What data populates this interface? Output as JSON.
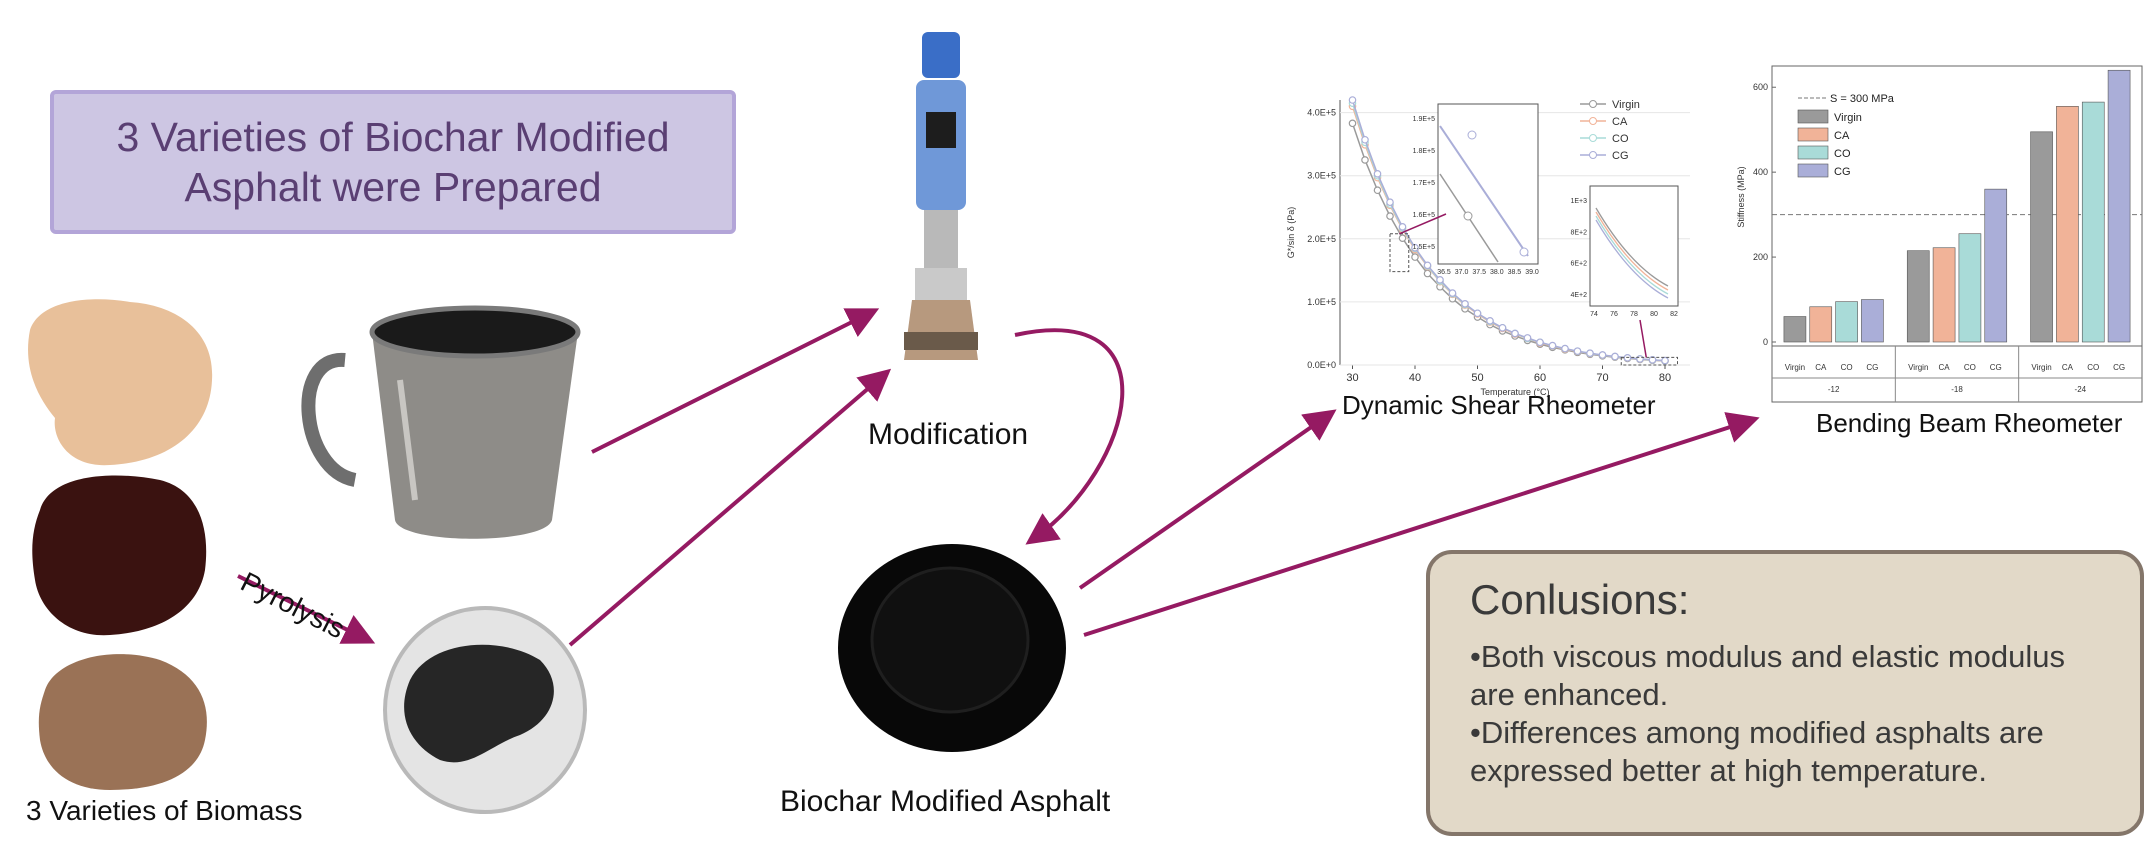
{
  "title": {
    "line1": "3 Varieties of Biochar Modified",
    "line2": "Asphalt were Prepared"
  },
  "labels": {
    "biomass": "3 Varieties of Biomass",
    "pyrolysis": "Pyrolysis",
    "modification": "Modification",
    "modified_asphalt": "Biochar Modified Asphalt",
    "dsr": "Dynamic Shear Rheometer",
    "bbr": "Bending Beam Rheometer"
  },
  "conclusions": {
    "heading": "Conlusions:",
    "items": [
      "•Both viscous modulus and elastic modulus are enhanced.",
      "•Differences among modified asphalts are expressed better at high temperature."
    ]
  },
  "colors": {
    "arrow": "#951a62",
    "virgin": "#9a9a9a",
    "ca": "#f1b398",
    "co": "#a9dbd8",
    "cg": "#aaaed8"
  },
  "chart_data": [
    {
      "type": "line",
      "xlabel": "Temperature (°C)",
      "ylabel": "G*/sin δ (Pa)",
      "xlim": [
        28,
        84
      ],
      "ylim": [
        0,
        420000
      ],
      "xticks": [
        "30",
        "40",
        "50",
        "60",
        "70",
        "80"
      ],
      "yticks": [
        "0.0E+0",
        "1.0E+5",
        "2.0E+5",
        "3.0E+5",
        "4.0E+5"
      ],
      "legend": [
        "Virgin",
        "CA",
        "CO",
        "CG"
      ],
      "x": [
        30,
        32,
        34,
        36,
        38,
        40,
        42,
        44,
        46,
        48,
        50,
        52,
        54,
        56,
        58,
        60,
        62,
        64,
        66,
        68,
        70,
        72,
        74,
        76,
        78,
        80
      ],
      "series": [
        {
          "name": "Virgin",
          "values": [
            383000,
            325000,
            277000,
            236000,
            201000,
            171000,
            145000,
            124000,
            105000,
            89000,
            76000,
            64000,
            54000,
            46000,
            39000,
            33000,
            28000,
            24000,
            20000,
            17000,
            14500,
            12300,
            10400,
            8800,
            7500,
            6400
          ]
        },
        {
          "name": "CA",
          "values": [
            410000,
            349000,
            297000,
            253000,
            215000,
            183000,
            156000,
            132000,
            112000,
            95000,
            81000,
            68000,
            58000,
            49000,
            42000,
            35000,
            30000,
            25000,
            21500,
            18200,
            15500,
            13100,
            11100,
            9400,
            8000,
            6800
          ]
        },
        {
          "name": "CO",
          "values": [
            415000,
            353000,
            300000,
            255000,
            217000,
            185000,
            157000,
            133000,
            113000,
            96000,
            82000,
            69000,
            59000,
            50000,
            42000,
            36000,
            30500,
            25800,
            21900,
            18500,
            15700,
            13300,
            11300,
            9600,
            8100,
            6900
          ]
        },
        {
          "name": "CG",
          "values": [
            420000,
            357000,
            303000,
            258000,
            219000,
            186000,
            158000,
            135000,
            114000,
            97000,
            82000,
            70000,
            59000,
            50000,
            43000,
            36000,
            30800,
            26000,
            22000,
            18700,
            15900,
            13500,
            11400,
            9700,
            8200,
            7000
          ]
        }
      ],
      "insets": [
        {
          "xlim": [
            36.5,
            39.0
          ],
          "xticks": [
            "36.5",
            "37.0",
            "37.5",
            "38.0",
            "38.5",
            "39.0"
          ],
          "yticks": [
            "1.5E+5",
            "1.6E+5",
            "1.7E+5",
            "1.8E+5",
            "1.9E+5"
          ]
        },
        {
          "xlim": [
            74,
            82
          ],
          "xticks": [
            "74",
            "76",
            "78",
            "80",
            "82"
          ],
          "yticks": [
            "4E+2",
            "6E+2",
            "8E+2",
            "1E+3"
          ]
        }
      ]
    },
    {
      "type": "bar",
      "ylabel": "Stiffness (MPa)",
      "ylim": [
        0,
        650
      ],
      "yticks": [
        "0",
        "200",
        "400",
        "600"
      ],
      "reference_line": {
        "label": "S = 300 MPa",
        "value": 300
      },
      "groups": [
        "-12",
        "-18",
        "-24"
      ],
      "categories": [
        "Virgin",
        "CA",
        "CO",
        "CG"
      ],
      "legend": [
        "Virgin",
        "CA",
        "CO",
        "CG"
      ],
      "series": [
        {
          "name": "Virgin",
          "values": [
            60,
            215,
            495
          ]
        },
        {
          "name": "CA",
          "values": [
            83,
            222,
            555
          ]
        },
        {
          "name": "CO",
          "values": [
            95,
            255,
            565
          ]
        },
        {
          "name": "CG",
          "values": [
            100,
            360,
            640
          ]
        }
      ]
    }
  ]
}
